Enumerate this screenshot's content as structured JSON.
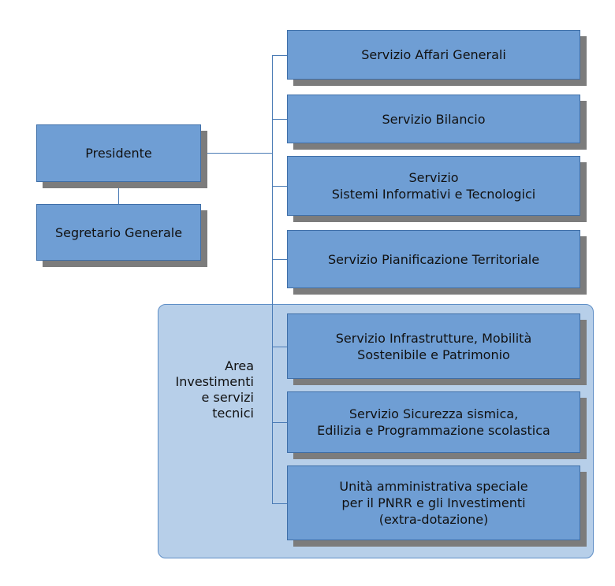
{
  "nodes": {
    "presidente": [
      "Presidente"
    ],
    "segretario": [
      "Segretario Generale"
    ],
    "affari_generali": [
      "Servizio Affari Generali"
    ],
    "bilancio": [
      "Servizio Bilancio"
    ],
    "sistemi_informativi": [
      "Servizio",
      "Sistemi Informativi e Tecnologici"
    ],
    "pianificazione": [
      "Servizio Pianificazione Territoriale"
    ],
    "infrastrutture": [
      "Servizio Infrastrutture, Mobilità",
      "Sostenibile e Patrimonio"
    ],
    "sicurezza_sismica": [
      "Servizio Sicurezza sismica,",
      "Edilizia e Programmazione scolastica"
    ],
    "pnrr": [
      "Unità amministrativa speciale",
      "per il PNRR e gli Investimenti",
      "(extra-dotazione)"
    ]
  },
  "area": {
    "label_lines": [
      "Area",
      "Investimenti",
      "e servizi",
      "tecnici"
    ]
  },
  "colors": {
    "box_fill": "#6f9ed4",
    "area_fill": "#b7cfe9",
    "connector": "#4a7bb5"
  }
}
